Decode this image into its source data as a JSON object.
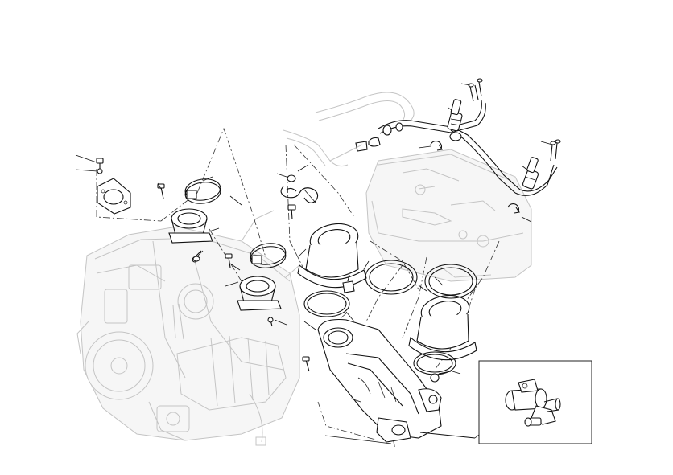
{
  "diagram": {
    "kind": "exploded-parts-view",
    "colors": {
      "line": "#111111",
      "ghost": "#c4c4c4",
      "background": "#ffffff"
    },
    "parts": [
      "engine-block",
      "intake-hose",
      "fuel-rail-left",
      "fuel-rail-right",
      "injector",
      "airbox",
      "hose-clamp",
      "throttle-body",
      "intake-manifold",
      "o-ring-seal",
      "velocity-stack",
      "spring-clip",
      "screw",
      "detail-sensor"
    ]
  }
}
